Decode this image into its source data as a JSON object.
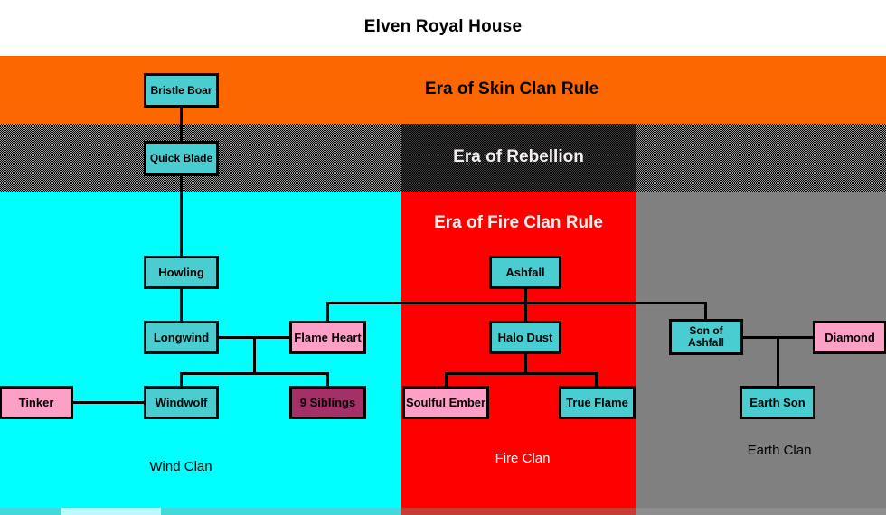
{
  "title": "Elven Royal House",
  "eras": [
    {
      "id": "skin",
      "label": "Era of Skin Clan Rule"
    },
    {
      "id": "rebellion",
      "label": "Era of Rebellion"
    },
    {
      "id": "fire",
      "label": "Era of Fire Clan Rule"
    }
  ],
  "clans": [
    {
      "id": "wind",
      "label": "Wind Clan",
      "color": "#00ffff",
      "dither_color": "#4ec4c8",
      "text_color": "#000000"
    },
    {
      "id": "fire",
      "label": "Fire Clan",
      "color": "#fe0000",
      "dither_color": "#a01812",
      "text_color": "#ffffff"
    },
    {
      "id": "earth",
      "label": "Earth Clan",
      "color": "#808080",
      "dither_color": "#9d9d9d",
      "text_color": "#000000"
    }
  ],
  "colors": {
    "title_band": "#ffffff",
    "skin_era": "#fd6700",
    "male_box": "#49cdd0",
    "female_box": "#fda0c8",
    "group_box": "#a33066",
    "line": "#000000"
  },
  "people": [
    {
      "id": "bristle-boar",
      "name": "Bristle Boar",
      "sex": "male"
    },
    {
      "id": "quick-blade",
      "name": "Quick Blade",
      "sex": "male"
    },
    {
      "id": "howling",
      "name": "Howling",
      "sex": "male"
    },
    {
      "id": "longwind",
      "name": "Longwind",
      "sex": "male"
    },
    {
      "id": "flame-heart",
      "name": "Flame Heart",
      "sex": "female"
    },
    {
      "id": "tinker",
      "name": "Tinker",
      "sex": "female"
    },
    {
      "id": "windwolf",
      "name": "Windwolf",
      "sex": "male"
    },
    {
      "id": "nine-siblings",
      "name": "9 Siblings",
      "sex": "group"
    },
    {
      "id": "ashfall",
      "name": "Ashfall",
      "sex": "male"
    },
    {
      "id": "halo-dust",
      "name": "Halo Dust",
      "sex": "male"
    },
    {
      "id": "soulful-ember",
      "name": "Soulful Ember",
      "sex": "female"
    },
    {
      "id": "true-flame",
      "name": "True Flame",
      "sex": "male"
    },
    {
      "id": "son-of-ashfall",
      "name": "Son of\nAshfall",
      "sex": "male"
    },
    {
      "id": "diamond",
      "name": "Diamond",
      "sex": "female"
    },
    {
      "id": "earth-son",
      "name": "Earth Son",
      "sex": "male"
    }
  ]
}
